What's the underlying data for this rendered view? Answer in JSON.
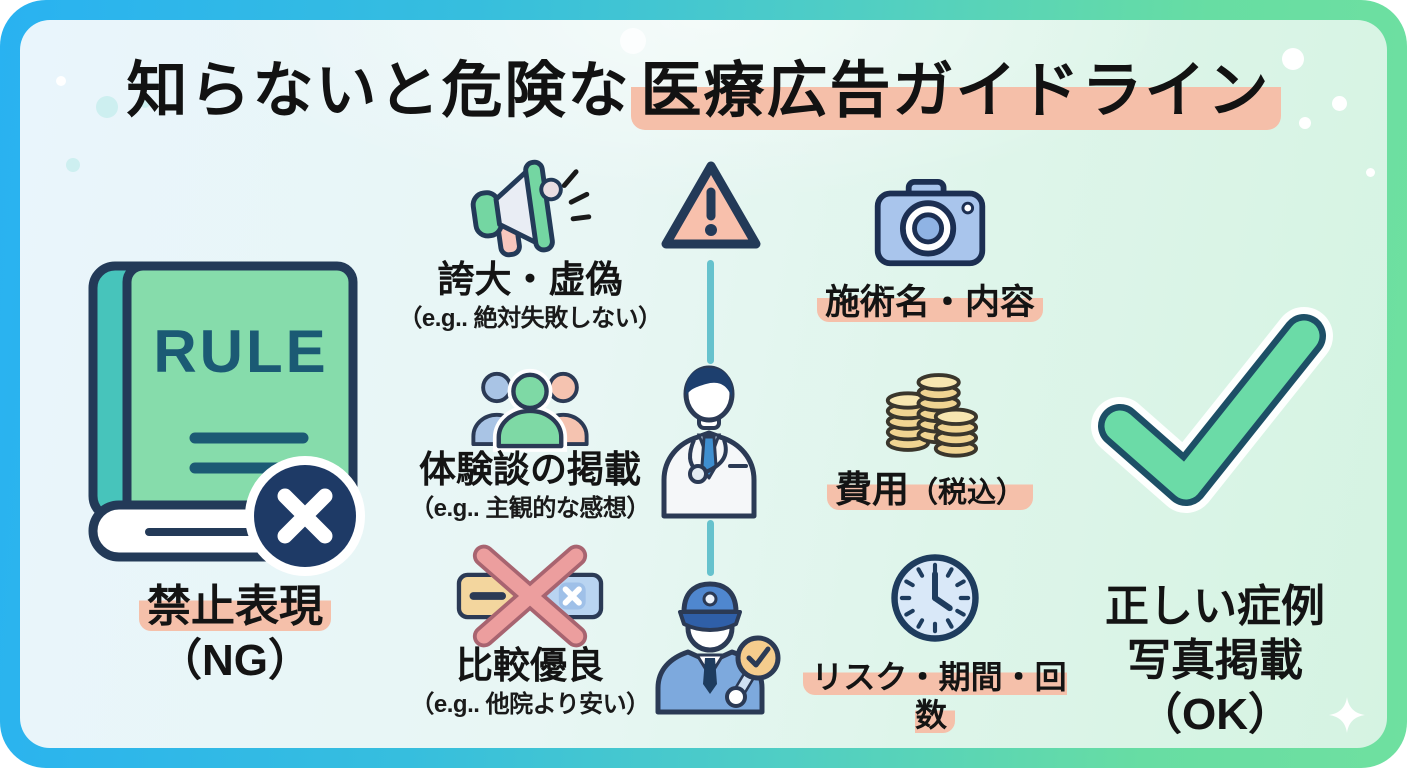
{
  "title": {
    "prefix": "知らないと危険な",
    "highlight": "医療広告ガイドライン"
  },
  "prohibited": {
    "book_text": "RULE",
    "label": "禁止表現",
    "status": "（NG）"
  },
  "ng_items": [
    {
      "icon": "megaphone-icon",
      "label": "誇大・虚偽",
      "example": "（e.g.. 絶対失敗しない）"
    },
    {
      "icon": "people-group-icon",
      "label": "体験談の掲載",
      "example": "（e.g.. 主観的な感想）"
    },
    {
      "icon": "comparison-cross-icon",
      "label": "比較優良",
      "example": "（e.g.. 他院より安い）"
    }
  ],
  "ok_items": [
    {
      "icon": "camera-icon",
      "label": "施術名・内容",
      "suffix": ""
    },
    {
      "icon": "money-coins-icon",
      "label": "費用",
      "suffix": "（税込）"
    },
    {
      "icon": "clock-icon",
      "label": "リスク・期間・回数",
      "suffix": ""
    }
  ],
  "center_icons": [
    "warning-triangle-icon",
    "doctor-icon",
    "police-officer-icon"
  ],
  "approved": {
    "line1": "正しい症例",
    "line2": "写真掲載",
    "status": "（OK）"
  },
  "colors": {
    "frame_blue": "#29b2f1",
    "frame_green": "#6fe0a0",
    "highlight_salmon": "#f5c0aa",
    "outline_navy": "#233a58",
    "check_green": "#6bdba7",
    "ng_badge_navy": "#1e3a66",
    "connector_teal": "#66c2cd"
  }
}
